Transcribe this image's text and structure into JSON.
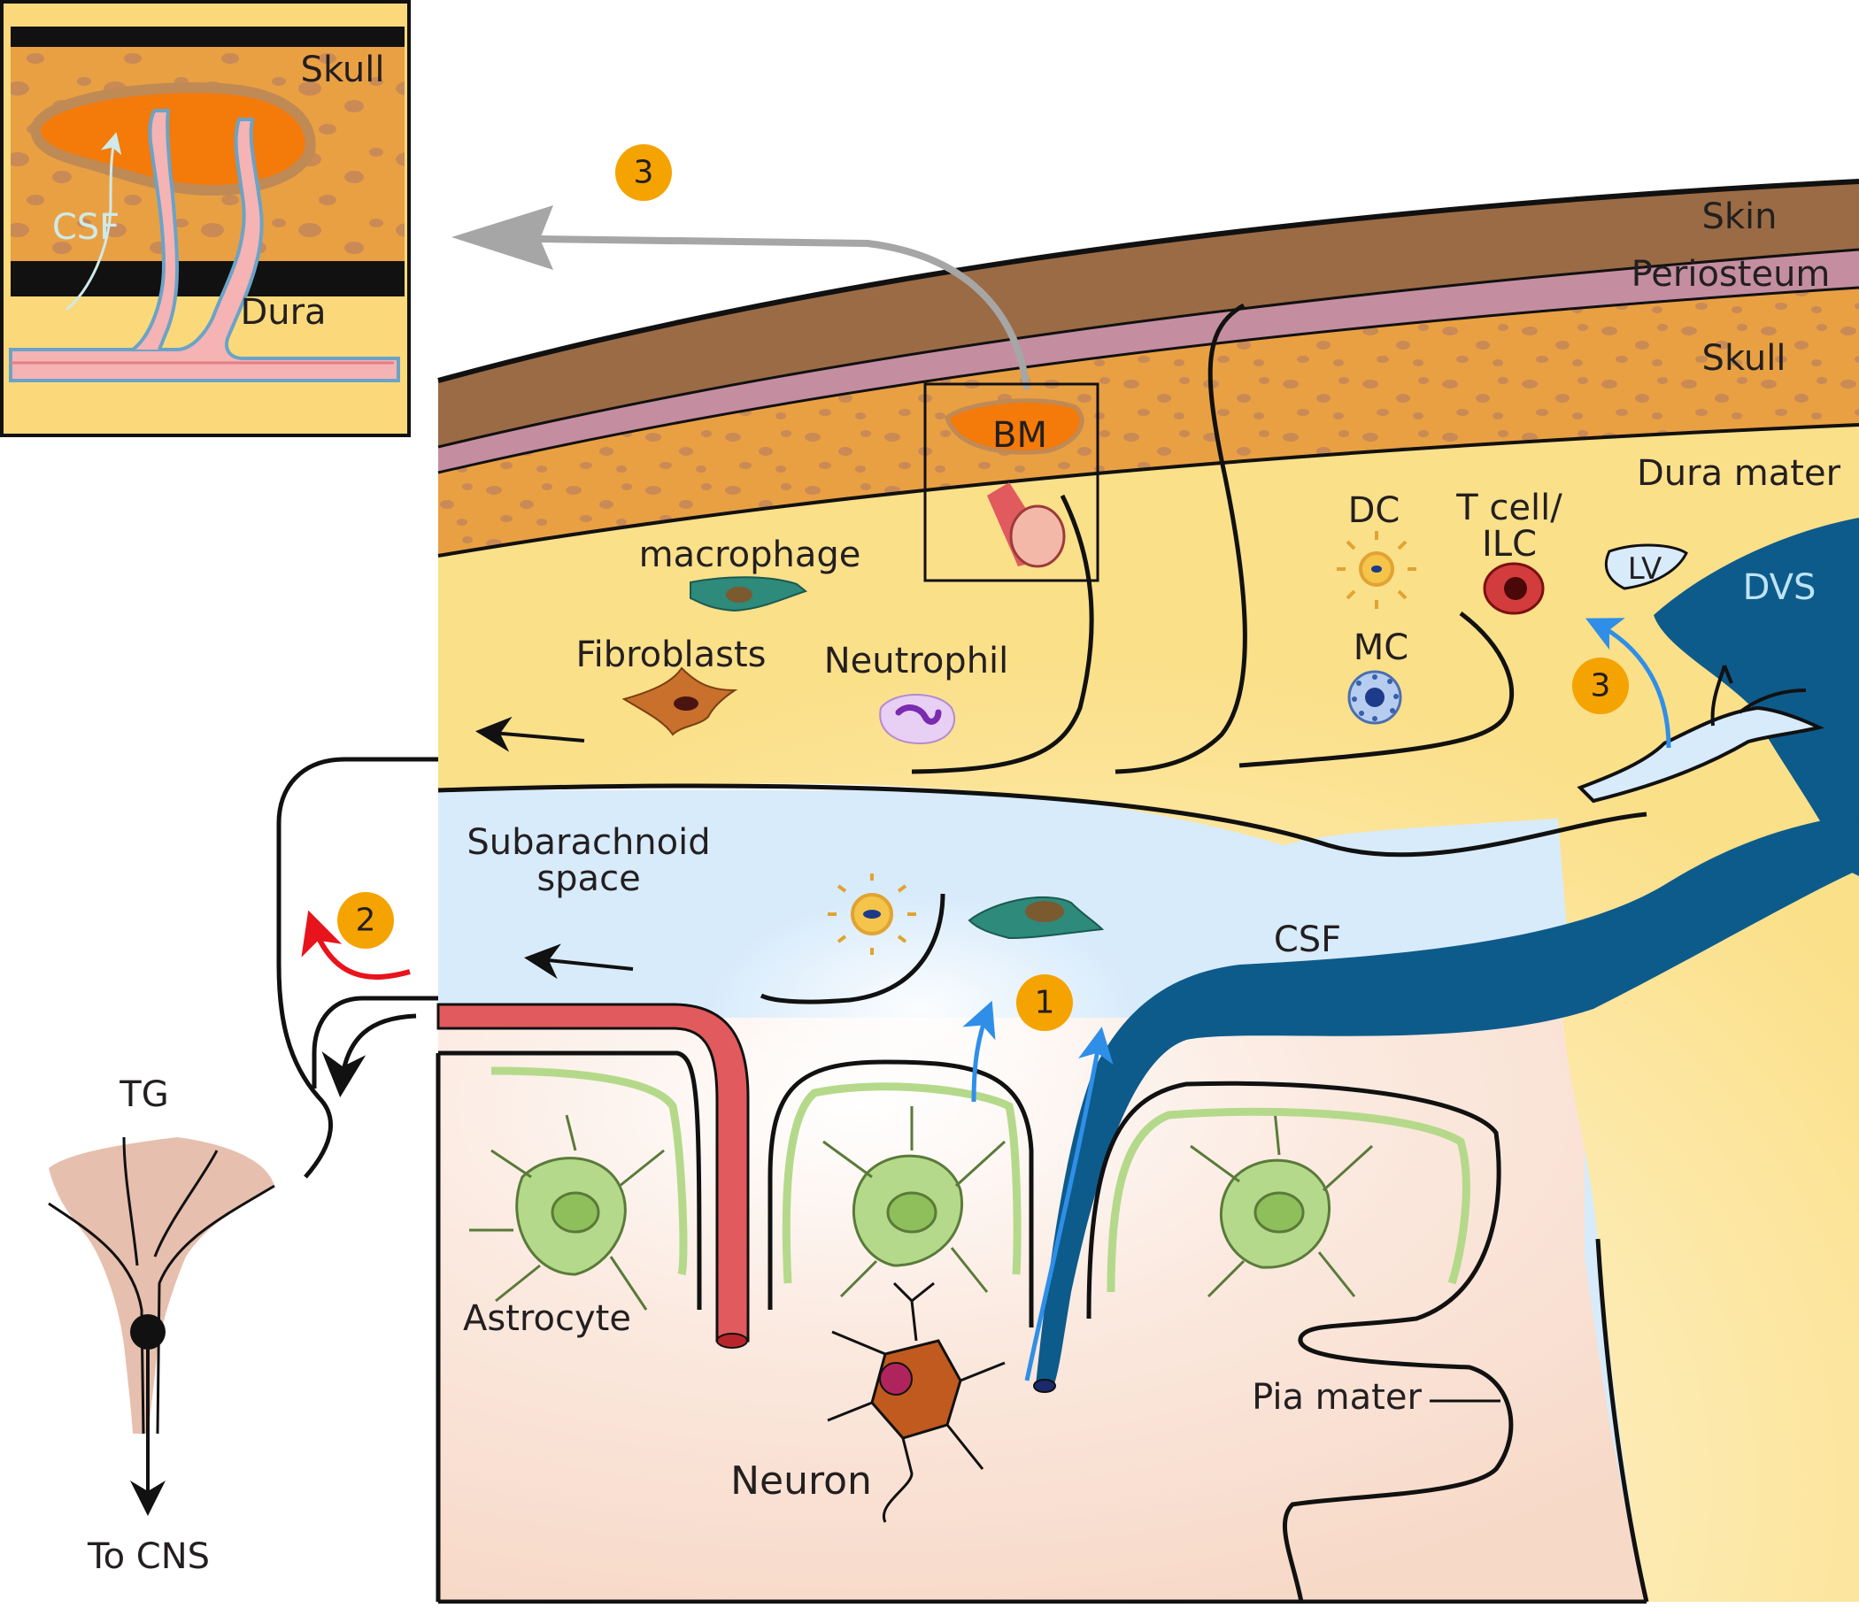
{
  "inset": {
    "skull": "Skull",
    "dura": "Dura",
    "csf": "CSF"
  },
  "layers": {
    "skin": "Skin",
    "periosteum": "Periosteum",
    "skull": "Skull",
    "dura_mater": "Dura mater",
    "bm": "BM",
    "dvs": "DVS",
    "lv": "LV"
  },
  "cells": {
    "macrophage": "macrophage",
    "fibroblasts": "Fibroblasts",
    "neutrophil": "Neutrophil",
    "dc": "DC",
    "t_cell_line1": "T cell/",
    "t_cell_line2": "ILC",
    "mc": "MC",
    "astrocyte": "Astrocyte",
    "neuron": "Neuron"
  },
  "regions": {
    "subarachnoid_line1": "Subarachnoid",
    "subarachnoid_line2": "space",
    "csf": "CSF",
    "pia_mater": "Pia mater",
    "tg": "TG",
    "to_cns": "To CNS"
  },
  "markers": {
    "step1": "1",
    "step2": "2",
    "step3_top": "3",
    "step3_right": "3"
  },
  "colors": {
    "skin": "#9b6b45",
    "periosteum": "#c48ea0",
    "skull": "#e9a043",
    "dura": "#fbe08a",
    "csf": "#d8ebfb",
    "brain": "#f9e3d8",
    "bone_marrow": "#f47a0a",
    "artery": "#e15a5e",
    "vein": "#0d5b8b",
    "flow_arrow": "#2f8fe8",
    "astrocyte": "#a9cc74",
    "marker": "#f5a300"
  }
}
